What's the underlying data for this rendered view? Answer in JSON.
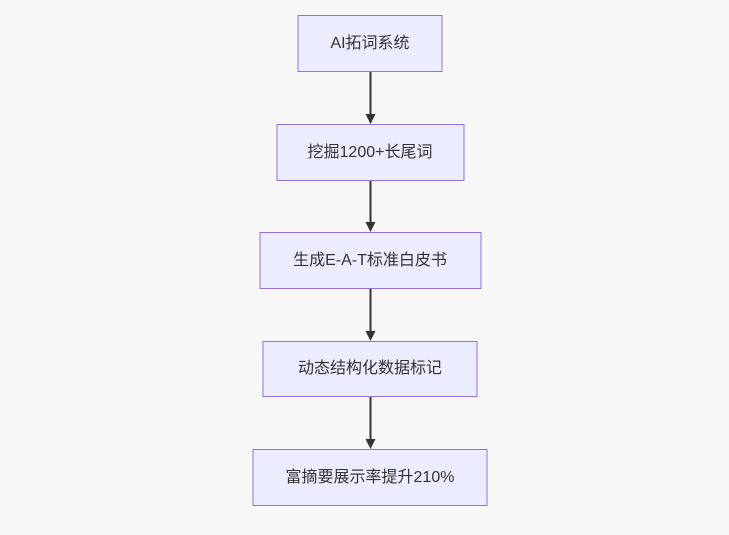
{
  "flowchart": {
    "type": "flowchart",
    "direction": "top-down",
    "nodes": [
      {
        "id": "step-1",
        "label": "AI拓词系统"
      },
      {
        "id": "step-2",
        "label": "挖掘1200+长尾词"
      },
      {
        "id": "step-3",
        "label": "生成E-A-T标准白皮书"
      },
      {
        "id": "step-4",
        "label": "动态结构化数据标记"
      },
      {
        "id": "step-5",
        "label": "富摘要展示率提升210%"
      }
    ],
    "edges": [
      {
        "from": "step-1",
        "to": "step-2",
        "label": ""
      },
      {
        "from": "step-2",
        "to": "step-3",
        "label": ""
      },
      {
        "from": "step-3",
        "to": "step-4",
        "label": ""
      },
      {
        "from": "step-4",
        "to": "step-5",
        "label": ""
      }
    ],
    "colors": {
      "node_fill": "#ECECFF",
      "node_border": "#9370DB",
      "arrow": "#333333",
      "text": "#333333",
      "background": "#f7f7f7"
    }
  }
}
